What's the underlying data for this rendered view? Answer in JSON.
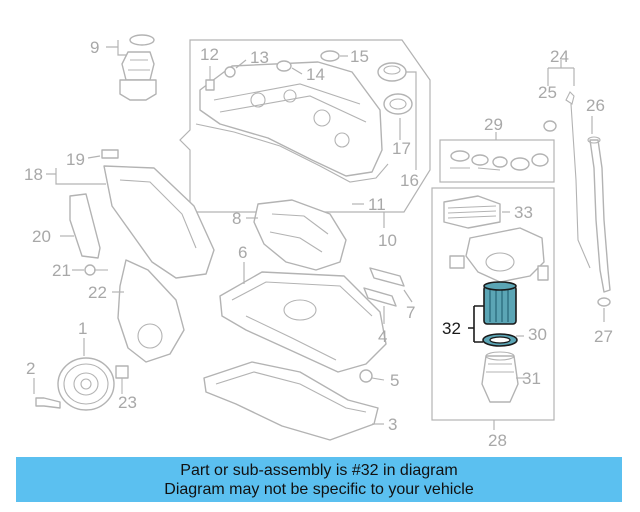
{
  "diagram": {
    "highlighted_part": "32",
    "callouts": [
      "1",
      "2",
      "3",
      "4",
      "5",
      "6",
      "7",
      "8",
      "9",
      "10",
      "11",
      "12",
      "13",
      "14",
      "15",
      "16",
      "17",
      "18",
      "19",
      "20",
      "21",
      "22",
      "23",
      "24",
      "25",
      "26",
      "27",
      "28",
      "29",
      "30",
      "31",
      "32",
      "33"
    ]
  },
  "banner": {
    "line1": "Part or sub-assembly is #32 in diagram",
    "line2": "Diagram may not be specific to your vehicle",
    "color": "#5bc0f0"
  },
  "colors": {
    "drawing": "#b3b3b3",
    "highlight_filter": "#5ba5b5",
    "highlight_text": "#1a1a1a"
  }
}
